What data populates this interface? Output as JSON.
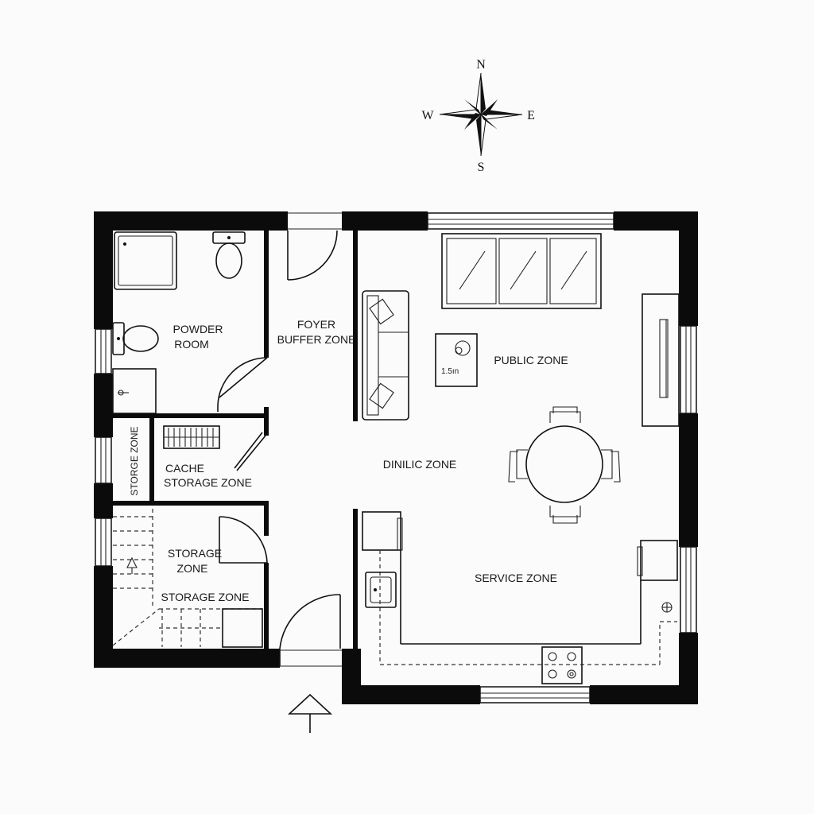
{
  "compass": {
    "north": "N",
    "south": "S",
    "east": "E",
    "west": "W"
  },
  "rooms": {
    "powder_room": [
      "POWDER",
      "ROOM"
    ],
    "foyer": [
      "FOYER",
      "BUFFER ZONE"
    ],
    "public_zone": "PUBLIC ZONE",
    "storage_vertical": "STORGE ZONE",
    "cache_storage": [
      "CACHE",
      "STORAGE ZONE"
    ],
    "dining_zone": "DINILIC ZONE",
    "storage_zone": [
      "STORAGE",
      "ZONE"
    ],
    "storage_zone_2": "STORAGE ZONE",
    "service_zone": "SERVICE ZONE"
  },
  "furniture": {
    "side_table_note": "1.5ın"
  }
}
